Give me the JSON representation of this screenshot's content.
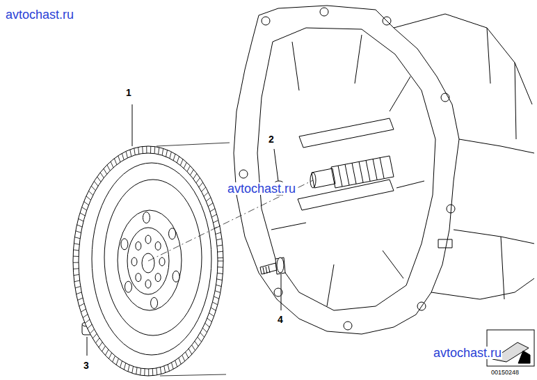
{
  "diagram": {
    "labels": [
      "avtochast.ru",
      "1",
      "2",
      "avtochast.ru",
      "4",
      "3",
      "avtochast.ru",
      "00150248"
    ]
  }
}
